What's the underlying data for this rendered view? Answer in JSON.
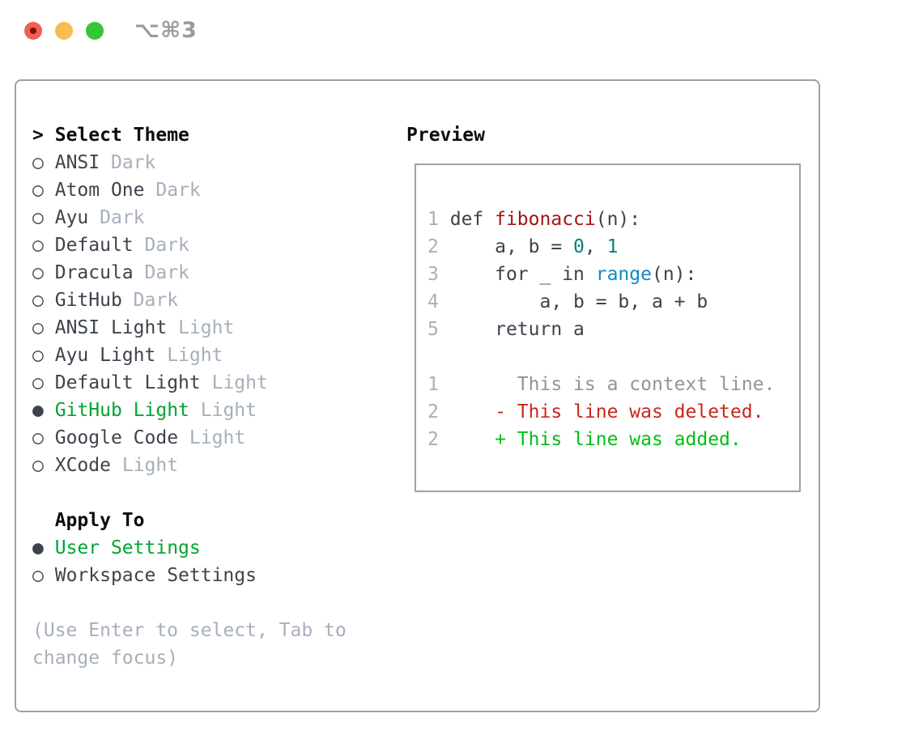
{
  "window": {
    "title": "⌥⌘3"
  },
  "theme_picker": {
    "header_prefix": ">",
    "header": "Select Theme",
    "marker_unselected": "○",
    "marker_selected": "●",
    "items": [
      {
        "name": "ANSI",
        "variant": "Dark",
        "selected": false
      },
      {
        "name": "Atom One",
        "variant": "Dark",
        "selected": false
      },
      {
        "name": "Ayu",
        "variant": "Dark",
        "selected": false
      },
      {
        "name": "Default",
        "variant": "Dark",
        "selected": false
      },
      {
        "name": "Dracula",
        "variant": "Dark",
        "selected": false
      },
      {
        "name": "GitHub",
        "variant": "Dark",
        "selected": false
      },
      {
        "name": "ANSI Light",
        "variant": "Light",
        "selected": false
      },
      {
        "name": "Ayu Light",
        "variant": "Light",
        "selected": false
      },
      {
        "name": "Default Light",
        "variant": "Light",
        "selected": false
      },
      {
        "name": "GitHub Light",
        "variant": "Light",
        "selected": true
      },
      {
        "name": "Google Code",
        "variant": "Light",
        "selected": false
      },
      {
        "name": "XCode",
        "variant": "Light",
        "selected": false
      }
    ],
    "apply_to": {
      "header": "Apply To",
      "options": [
        {
          "name": "User Settings",
          "selected": true
        },
        {
          "name": "Workspace Settings",
          "selected": false
        }
      ]
    },
    "help_lines": [
      "(Use Enter to select, Tab to",
      "change focus)"
    ]
  },
  "preview": {
    "header": "Preview",
    "lines": [
      {
        "num": "1",
        "segs": [
          {
            "c": "code",
            "t": "def "
          },
          {
            "c": "func",
            "t": "fibonacci"
          },
          {
            "c": "code",
            "t": "(n):"
          }
        ]
      },
      {
        "num": "2",
        "segs": [
          {
            "c": "code",
            "t": "    a, b = "
          },
          {
            "c": "num",
            "t": "0"
          },
          {
            "c": "code",
            "t": ", "
          },
          {
            "c": "num",
            "t": "1"
          }
        ]
      },
      {
        "num": "3",
        "segs": [
          {
            "c": "code",
            "t": "    for _ in "
          },
          {
            "c": "builtin",
            "t": "range"
          },
          {
            "c": "code",
            "t": "(n):"
          }
        ]
      },
      {
        "num": "4",
        "segs": [
          {
            "c": "code",
            "t": "        a, b = b, a + b"
          }
        ]
      },
      {
        "num": "5",
        "segs": [
          {
            "c": "code",
            "t": "    return a"
          }
        ]
      },
      {
        "num": "",
        "segs": []
      },
      {
        "num": "1",
        "segs": [
          {
            "c": "ctx",
            "t": "      This is a context line."
          }
        ]
      },
      {
        "num": "2",
        "segs": [
          {
            "c": "del",
            "t": "    - This line was deleted."
          }
        ]
      },
      {
        "num": "2",
        "segs": [
          {
            "c": "add",
            "t": "    + This line was added."
          }
        ]
      }
    ]
  },
  "colors": {
    "selected_green": "#01a431",
    "added_green": "#00bd17",
    "deleted_red": "#c8281a",
    "function_red": "#a31513",
    "number_teal": "#0b7c80",
    "builtin_blue": "#1288c7",
    "text_dark": "#3d434c",
    "muted_gray": "#a7afbb",
    "border_gray": "#9aa2ac",
    "traffic_red": "#f15e52",
    "traffic_yellow": "#f8bd4f",
    "traffic_green": "#34c63b"
  }
}
